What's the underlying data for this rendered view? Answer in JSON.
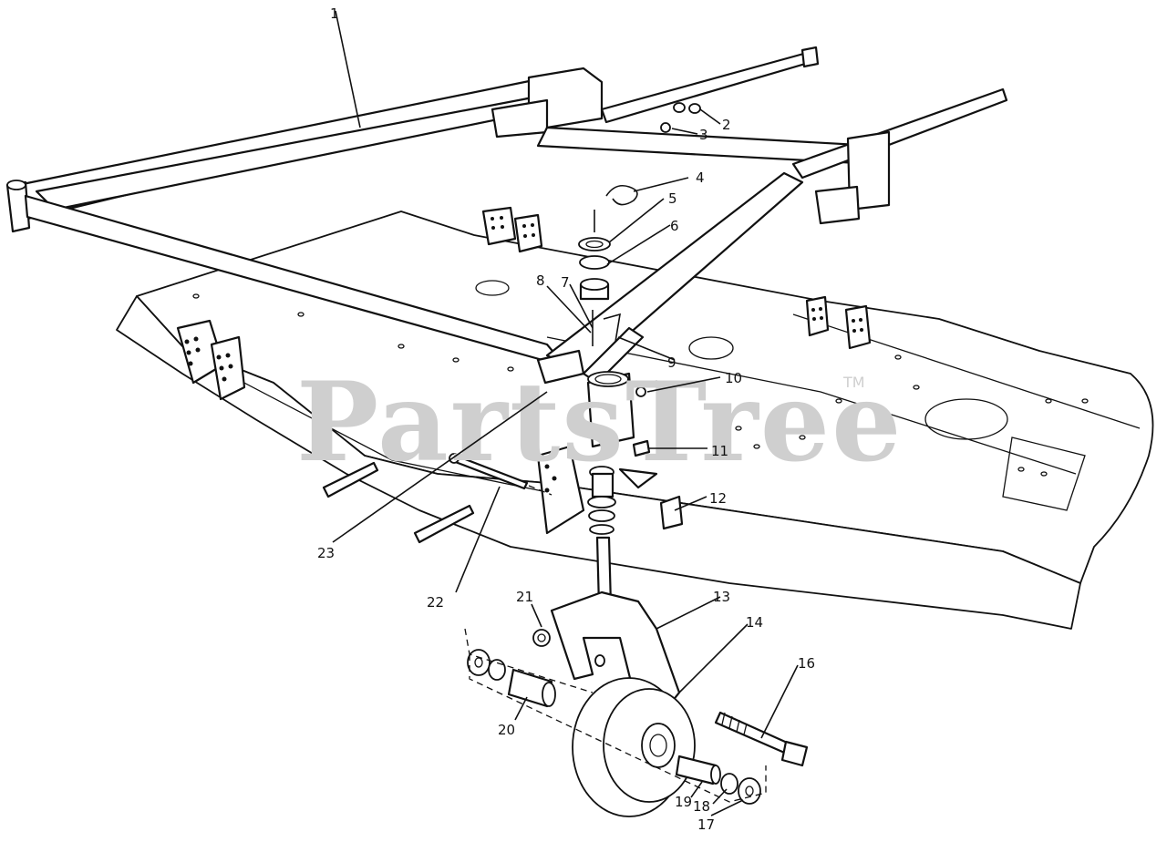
{
  "watermark": {
    "text": "PartsTree",
    "tm": "TM"
  },
  "callouts": [
    "1",
    "2",
    "3",
    "4",
    "5",
    "6",
    "7",
    "8",
    "9",
    "10",
    "11",
    "12",
    "13",
    "14",
    "16",
    "17",
    "18",
    "19",
    "20",
    "21",
    "22",
    "23"
  ]
}
